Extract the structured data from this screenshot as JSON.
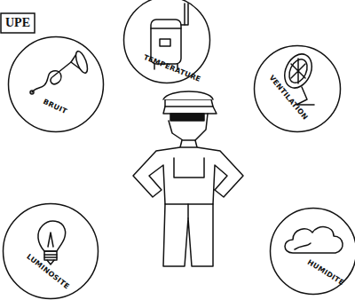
{
  "diagram": {
    "nodes": [
      {
        "text": [
          "UPE"
        ]
      },
      {
        "text": [
          "TEMPERATURE"
        ]
      },
      {
        "text": [
          "BRUIT"
        ]
      },
      {
        "text": [
          "VENTILATION"
        ]
      },
      {
        "text": [
          "LUMINOSITE"
        ]
      },
      {
        "text": [
          "HUMIDITE"
        ]
      }
    ]
  }
}
